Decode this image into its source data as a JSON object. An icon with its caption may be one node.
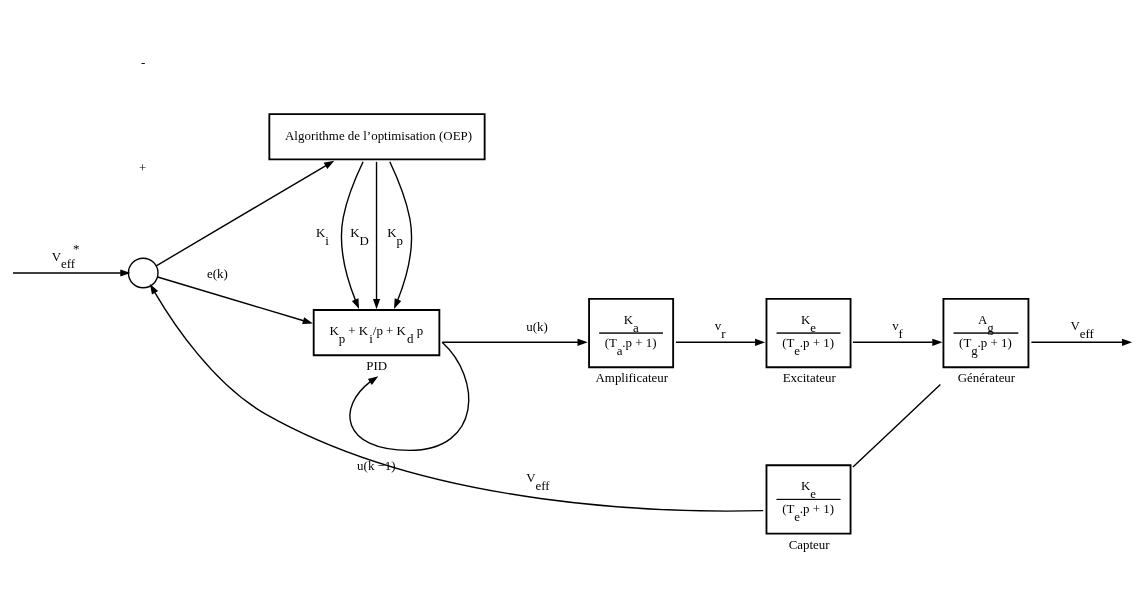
{
  "diagram": {
    "nodes": [
      {
        "text": [
          "Algorithme de l’optimisation (OEP)"
        ]
      },
      {
        "text": [],
        "shape": "circle"
      },
      {
        "text": [
          "K$_{p}$ + K$_{i}$/p + K$_{d}$ p"
        ],
        "beside": [
          "PID"
        ]
      },
      {
        "text": [
          "K$_{a}$",
          "(T$_{a}$.p + 1)"
        ],
        "beside": [
          "Amplificateur"
        ]
      },
      {
        "text": [
          "K$_{e}$",
          "(T$_{e}$.p + 1)"
        ],
        "beside": [
          "Excitateur"
        ]
      },
      {
        "text": [
          "A$_{g}$",
          "(T$_{g}$.p + 1)"
        ],
        "beside": [
          "Générateur"
        ]
      },
      {
        "text": [
          "K$_{e}$",
          "(T$_{e}$.p + 1)"
        ],
        "beside": [
          "Capteur"
        ]
      }
    ],
    "edges": [
      {
        "from": null,
        "to": 1,
        "arrow": "to",
        "label": "V$_{eff}$$^{*}$"
      },
      {
        "from": 1,
        "to": 2,
        "arrow": "to",
        "label": "e(k)"
      },
      {
        "from": 1,
        "to": 0,
        "arrow": "to"
      },
      {
        "from": 0,
        "to": 2,
        "arrow": "to",
        "label": "K$_{p}$"
      },
      {
        "from": 0,
        "to": 2,
        "arrow": "to",
        "label": "K$_{i}$"
      },
      {
        "from": 0,
        "to": 2,
        "arrow": "to",
        "label": "K$_{D}$"
      },
      {
        "from": 2,
        "to": 3,
        "arrow": "to",
        "label": "u(k)"
      },
      {
        "from": 2,
        "to": 2,
        "arrow": "to",
        "label": "u(k −1)"
      },
      {
        "from": 3,
        "to": 4,
        "arrow": "to",
        "label": "v$_{r}$"
      },
      {
        "from": 4,
        "to": 5,
        "arrow": "to",
        "label": "v$_{f}$"
      },
      {
        "from": 5,
        "to": null,
        "arrow": "to",
        "label": "V$_{eff}$"
      },
      {
        "from": 5,
        "to": 6,
        "arrow": "none"
      },
      {
        "from": 6,
        "to": 1,
        "arrow": "to",
        "label": "V$_{eff}$"
      }
    ],
    "labels": [
      "+",
      "-"
    ]
  }
}
